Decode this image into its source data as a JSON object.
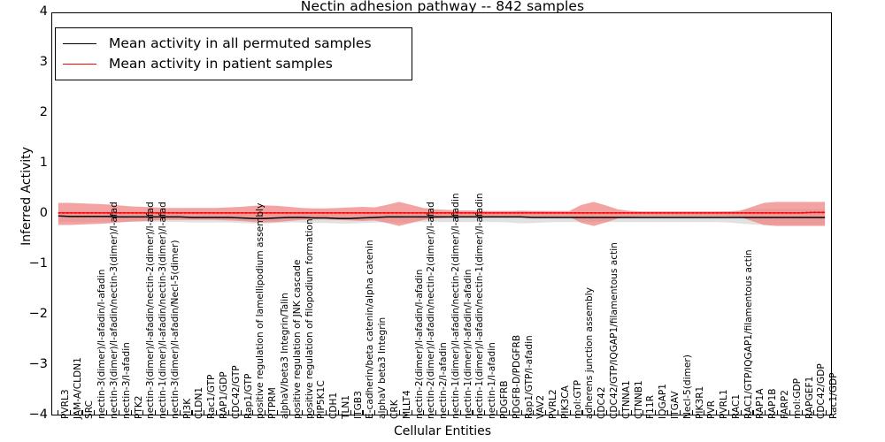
{
  "chart_data": {
    "type": "line",
    "title": "Nectin adhesion pathway -- 842 samples",
    "xlabel": "Cellular Entities",
    "ylabel": "Inferred Activity",
    "ylim": [
      -4,
      4
    ],
    "yticks": [
      4,
      3,
      2,
      1,
      0,
      -1,
      -2,
      -3,
      -4
    ],
    "ytick_labels": [
      "4",
      "3",
      "2",
      "1",
      "0",
      "−1",
      "−2",
      "−3",
      "−4"
    ],
    "grid": false,
    "legend_position": "upper-left",
    "sample_count": 842,
    "legend": [
      {
        "label": "Mean activity in all permuted samples",
        "color": "#000000",
        "style": "solid"
      },
      {
        "label": "Mean activity in patient samples",
        "color": "#ff0000",
        "style": "solid"
      }
    ],
    "categories": [
      "PVRL3",
      "JAM-A/CLDN1",
      "SRC",
      "nectin-3(dimer)/l-afadin/l-afadin",
      "nectin-3(dimer)/l-afadin/nectin-3(dimer)/l-afad",
      "nectin-3/l-afadin",
      "PTK2",
      "nectin-3(dimer)/l-afadin/nectin-2(dimer)/l-afad",
      "nectin-1(dimer)/l-afadin/nectin-3(dimer)/l-afad",
      "nectin-3(dimer)/l-afadin/Necl-5(dimer)",
      "PI3K",
      "CLDN1",
      "Rac1/GTP",
      "RAP1/GDP",
      "CDC42/GTP",
      "Rap1/GTP",
      "positive regulation of lamellipodium assembly",
      "PTPRM",
      "alphaV/beta3 Integrin/Talin",
      "positive regulation of JNK cascade",
      "positive regulation of filopodium formation",
      "PIP5K1C",
      "CDH1",
      "TLN1",
      "ITGB3",
      "E-cadherin/beta catenin/alpha catenin",
      "alphaV beta3 Integrin",
      "CRK",
      "MLLT4",
      "nectin-2(dimer)/l-afadin/l-afadin",
      "nectin-2(dimer)/l-afadin/nectin-2(dimer)/l-afad",
      "nectin-2/l-afadin",
      "nectin-1(dimer)/l-afadin/nectin-2(dimer)/l-afadin",
      "nectin-1(dimer)/l-afadin/l-afadin",
      "nectin-1(dimer)/l-afadin/nectin-1(dimer)/l-afadin",
      "nectin-1/l-afadin",
      "PDGFRB",
      "PDGFB-D/PDGFRB",
      "Rap1/GTP/l-afadin",
      "VAV2",
      "PVRL2",
      "PIK3CA",
      "mol:GTP",
      "adherens junction assembly",
      "CDC42",
      "CDC42/GTP/IQGAP1/filamentous actin",
      "CTNNA1",
      "CTNNB1",
      "F11R",
      "IQGAP1",
      "ITGAV",
      "Necl-5(dimer)",
      "PIK3R1",
      "PVR",
      "PVRL1",
      "RAC1",
      "RAC1/GTP/IQGAP1/filamentous actin",
      "RAP1A",
      "RAP1B",
      "FARP2",
      "mol:GDP",
      "RAPGEF1",
      "CDC42/GDP",
      "Rac1/GDP"
    ],
    "series": [
      {
        "name": "Mean activity in all permuted samples",
        "color": "#000000",
        "style": "solid",
        "values": [
          -0.04,
          -0.05,
          -0.05,
          -0.05,
          -0.05,
          -0.06,
          -0.06,
          -0.06,
          -0.06,
          -0.06,
          -0.06,
          -0.07,
          -0.07,
          -0.07,
          -0.07,
          -0.08,
          -0.09,
          -0.09,
          -0.08,
          -0.07,
          -0.07,
          -0.08,
          -0.08,
          -0.09,
          -0.09,
          -0.08,
          -0.07,
          -0.06,
          -0.06,
          -0.06,
          -0.06,
          -0.06,
          -0.06,
          -0.06,
          -0.06,
          -0.06,
          -0.06,
          -0.06,
          -0.06,
          -0.07,
          -0.07,
          -0.07,
          -0.07,
          -0.07,
          -0.07,
          -0.07,
          -0.07,
          -0.07,
          -0.07,
          -0.07,
          -0.07,
          -0.07,
          -0.07,
          -0.07,
          -0.07,
          -0.07,
          -0.07,
          -0.07,
          -0.07,
          -0.07,
          -0.07,
          -0.07,
          -0.07,
          -0.07
        ]
      },
      {
        "name": "Mean activity in patient samples",
        "color": "#ff0000",
        "style": "dotted",
        "values": [
          0.02,
          0.02,
          0.02,
          0.02,
          0.02,
          0.02,
          0.02,
          0.02,
          0.02,
          0.02,
          0.02,
          0.02,
          0.02,
          0.02,
          0.02,
          0.02,
          0.02,
          0.02,
          0.02,
          0.02,
          0.02,
          0.02,
          0.02,
          0.02,
          0.02,
          0.02,
          0.02,
          0.02,
          0.02,
          0.02,
          0.02,
          0.02,
          0.02,
          0.02,
          0.02,
          0.02,
          0.02,
          0.02,
          0.02,
          0.02,
          0.02,
          0.02,
          0.02,
          0.02,
          0.02,
          0.02,
          0.02,
          0.02,
          0.02,
          0.02,
          0.02,
          0.02,
          0.02,
          0.02,
          0.02,
          0.02,
          0.02,
          0.02,
          0.02,
          0.02,
          0.02,
          0.02,
          0.03,
          0.03
        ]
      }
    ],
    "bands": [
      {
        "name": "permuted-sample-band",
        "color": "#c8c8c8",
        "opacity": 0.55,
        "upper": [
          0.06,
          0.06,
          0.06,
          0.06,
          0.06,
          0.05,
          0.05,
          0.05,
          0.05,
          0.05,
          0.05,
          0.04,
          0.04,
          0.04,
          0.04,
          0.04,
          0.04,
          0.04,
          0.04,
          0.04,
          0.04,
          0.04,
          0.04,
          0.04,
          0.04,
          0.04,
          0.04,
          0.05,
          0.06,
          0.05,
          0.04,
          0.04,
          0.04,
          0.04,
          0.04,
          0.04,
          0.04,
          0.05,
          0.07,
          0.06,
          0.05,
          0.04,
          0.04,
          0.04,
          0.04,
          0.04,
          0.04,
          0.04,
          0.04,
          0.04,
          0.04,
          0.04,
          0.04,
          0.04,
          0.04,
          0.05,
          0.07,
          0.09,
          0.1,
          0.1,
          0.1,
          0.1,
          0.1,
          0.1
        ],
        "lower": [
          -0.16,
          -0.16,
          -0.16,
          -0.16,
          -0.16,
          -0.16,
          -0.16,
          -0.16,
          -0.16,
          -0.16,
          -0.16,
          -0.17,
          -0.17,
          -0.17,
          -0.17,
          -0.18,
          -0.19,
          -0.19,
          -0.18,
          -0.17,
          -0.17,
          -0.18,
          -0.18,
          -0.19,
          -0.19,
          -0.18,
          -0.17,
          -0.17,
          -0.18,
          -0.17,
          -0.16,
          -0.16,
          -0.16,
          -0.16,
          -0.16,
          -0.16,
          -0.16,
          -0.17,
          -0.19,
          -0.18,
          -0.17,
          -0.16,
          -0.16,
          -0.16,
          -0.16,
          -0.16,
          -0.16,
          -0.16,
          -0.16,
          -0.16,
          -0.16,
          -0.16,
          -0.16,
          -0.16,
          -0.16,
          -0.17,
          -0.19,
          -0.21,
          -0.22,
          -0.22,
          -0.22,
          -0.22,
          -0.22,
          -0.22
        ]
      },
      {
        "name": "patient-sample-band",
        "color": "#f08080",
        "opacity": 0.72,
        "upper": [
          0.22,
          0.22,
          0.21,
          0.2,
          0.19,
          0.17,
          0.15,
          0.14,
          0.13,
          0.12,
          0.12,
          0.12,
          0.12,
          0.12,
          0.13,
          0.14,
          0.16,
          0.17,
          0.16,
          0.14,
          0.12,
          0.11,
          0.11,
          0.12,
          0.13,
          0.14,
          0.13,
          0.18,
          0.24,
          0.18,
          0.12,
          0.09,
          0.08,
          0.07,
          0.07,
          0.06,
          0.06,
          0.06,
          0.06,
          0.06,
          0.06,
          0.06,
          0.06,
          0.18,
          0.24,
          0.17,
          0.09,
          0.06,
          0.05,
          0.05,
          0.05,
          0.05,
          0.05,
          0.05,
          0.05,
          0.05,
          0.06,
          0.14,
          0.22,
          0.24,
          0.24,
          0.24,
          0.24,
          0.24
        ],
        "lower": [
          -0.22,
          -0.22,
          -0.21,
          -0.2,
          -0.19,
          -0.17,
          -0.15,
          -0.14,
          -0.13,
          -0.12,
          -0.12,
          -0.12,
          -0.12,
          -0.12,
          -0.13,
          -0.14,
          -0.16,
          -0.17,
          -0.16,
          -0.14,
          -0.12,
          -0.11,
          -0.11,
          -0.12,
          -0.13,
          -0.14,
          -0.13,
          -0.18,
          -0.24,
          -0.18,
          -0.12,
          -0.09,
          -0.08,
          -0.07,
          -0.07,
          -0.06,
          -0.06,
          -0.06,
          -0.06,
          -0.06,
          -0.06,
          -0.06,
          -0.06,
          -0.18,
          -0.24,
          -0.17,
          -0.09,
          -0.06,
          -0.05,
          -0.05,
          -0.05,
          -0.05,
          -0.05,
          -0.05,
          -0.05,
          -0.05,
          -0.06,
          -0.14,
          -0.22,
          -0.24,
          -0.24,
          -0.24,
          -0.24,
          -0.24
        ]
      }
    ]
  }
}
